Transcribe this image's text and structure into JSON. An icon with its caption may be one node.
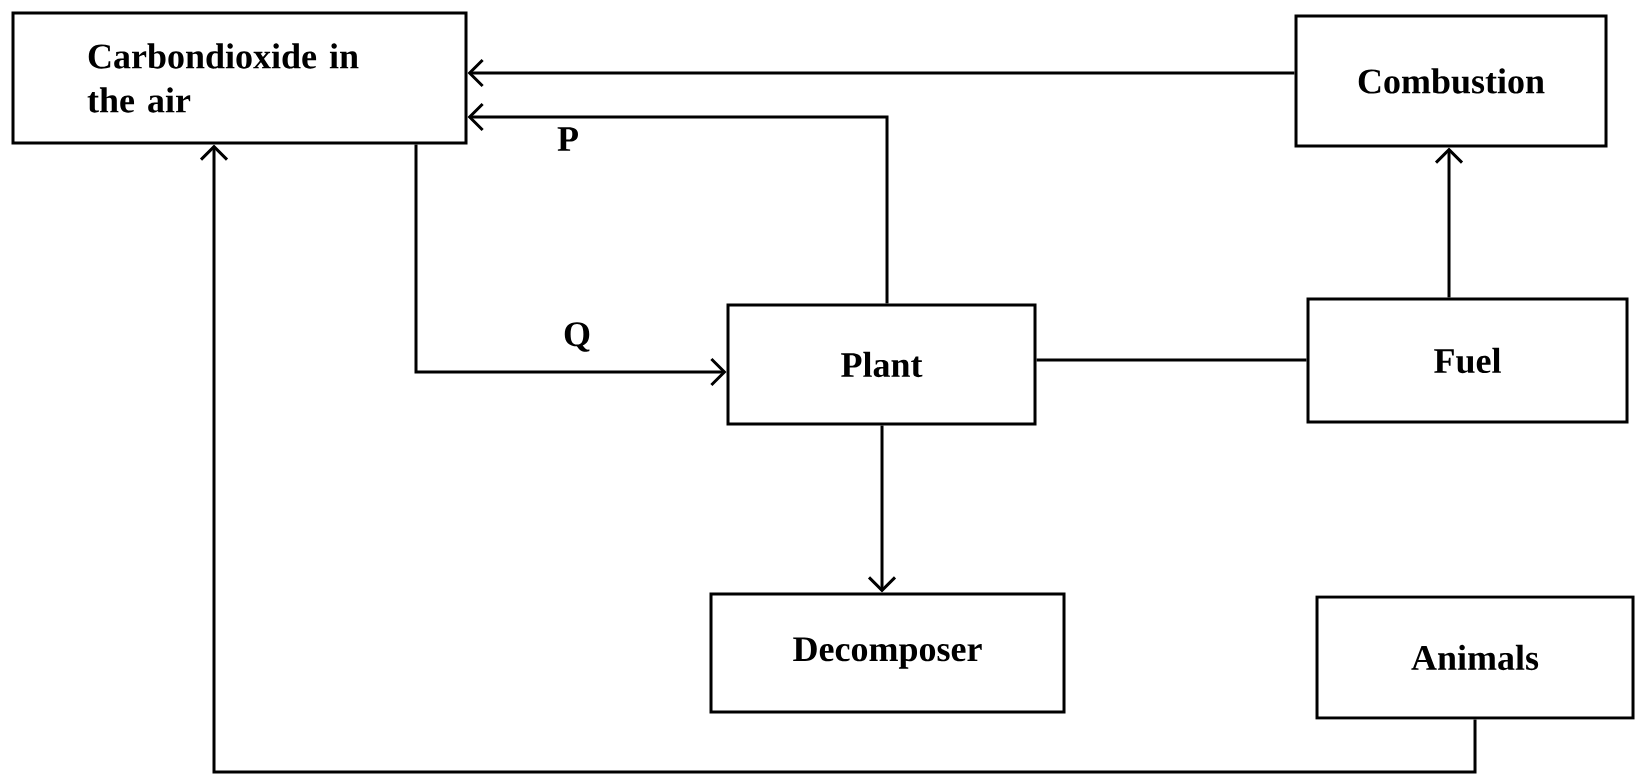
{
  "diagram": {
    "nodes": [
      {
        "text": [
          "Carbondioxide in the air"
        ]
      },
      {
        "text": [
          "Combustion"
        ]
      },
      {
        "text": [
          "Plant"
        ]
      },
      {
        "text": [
          "Fuel"
        ]
      },
      {
        "text": [
          "Decomposer"
        ]
      },
      {
        "text": [
          "Animals"
        ]
      }
    ],
    "edges": [
      {
        "from": 1,
        "to": 0,
        "arrow": "to"
      },
      {
        "from": 2,
        "to": 0,
        "arrow": "to",
        "label": "P"
      },
      {
        "from": 0,
        "to": 2,
        "arrow": "to",
        "label": "Q"
      },
      {
        "from": 2,
        "to": 3,
        "arrow": "none"
      },
      {
        "from": 3,
        "to": 1,
        "arrow": "to"
      },
      {
        "from": 2,
        "to": 4,
        "arrow": "to"
      },
      {
        "from": 5,
        "to": 0,
        "arrow": "to"
      }
    ]
  }
}
